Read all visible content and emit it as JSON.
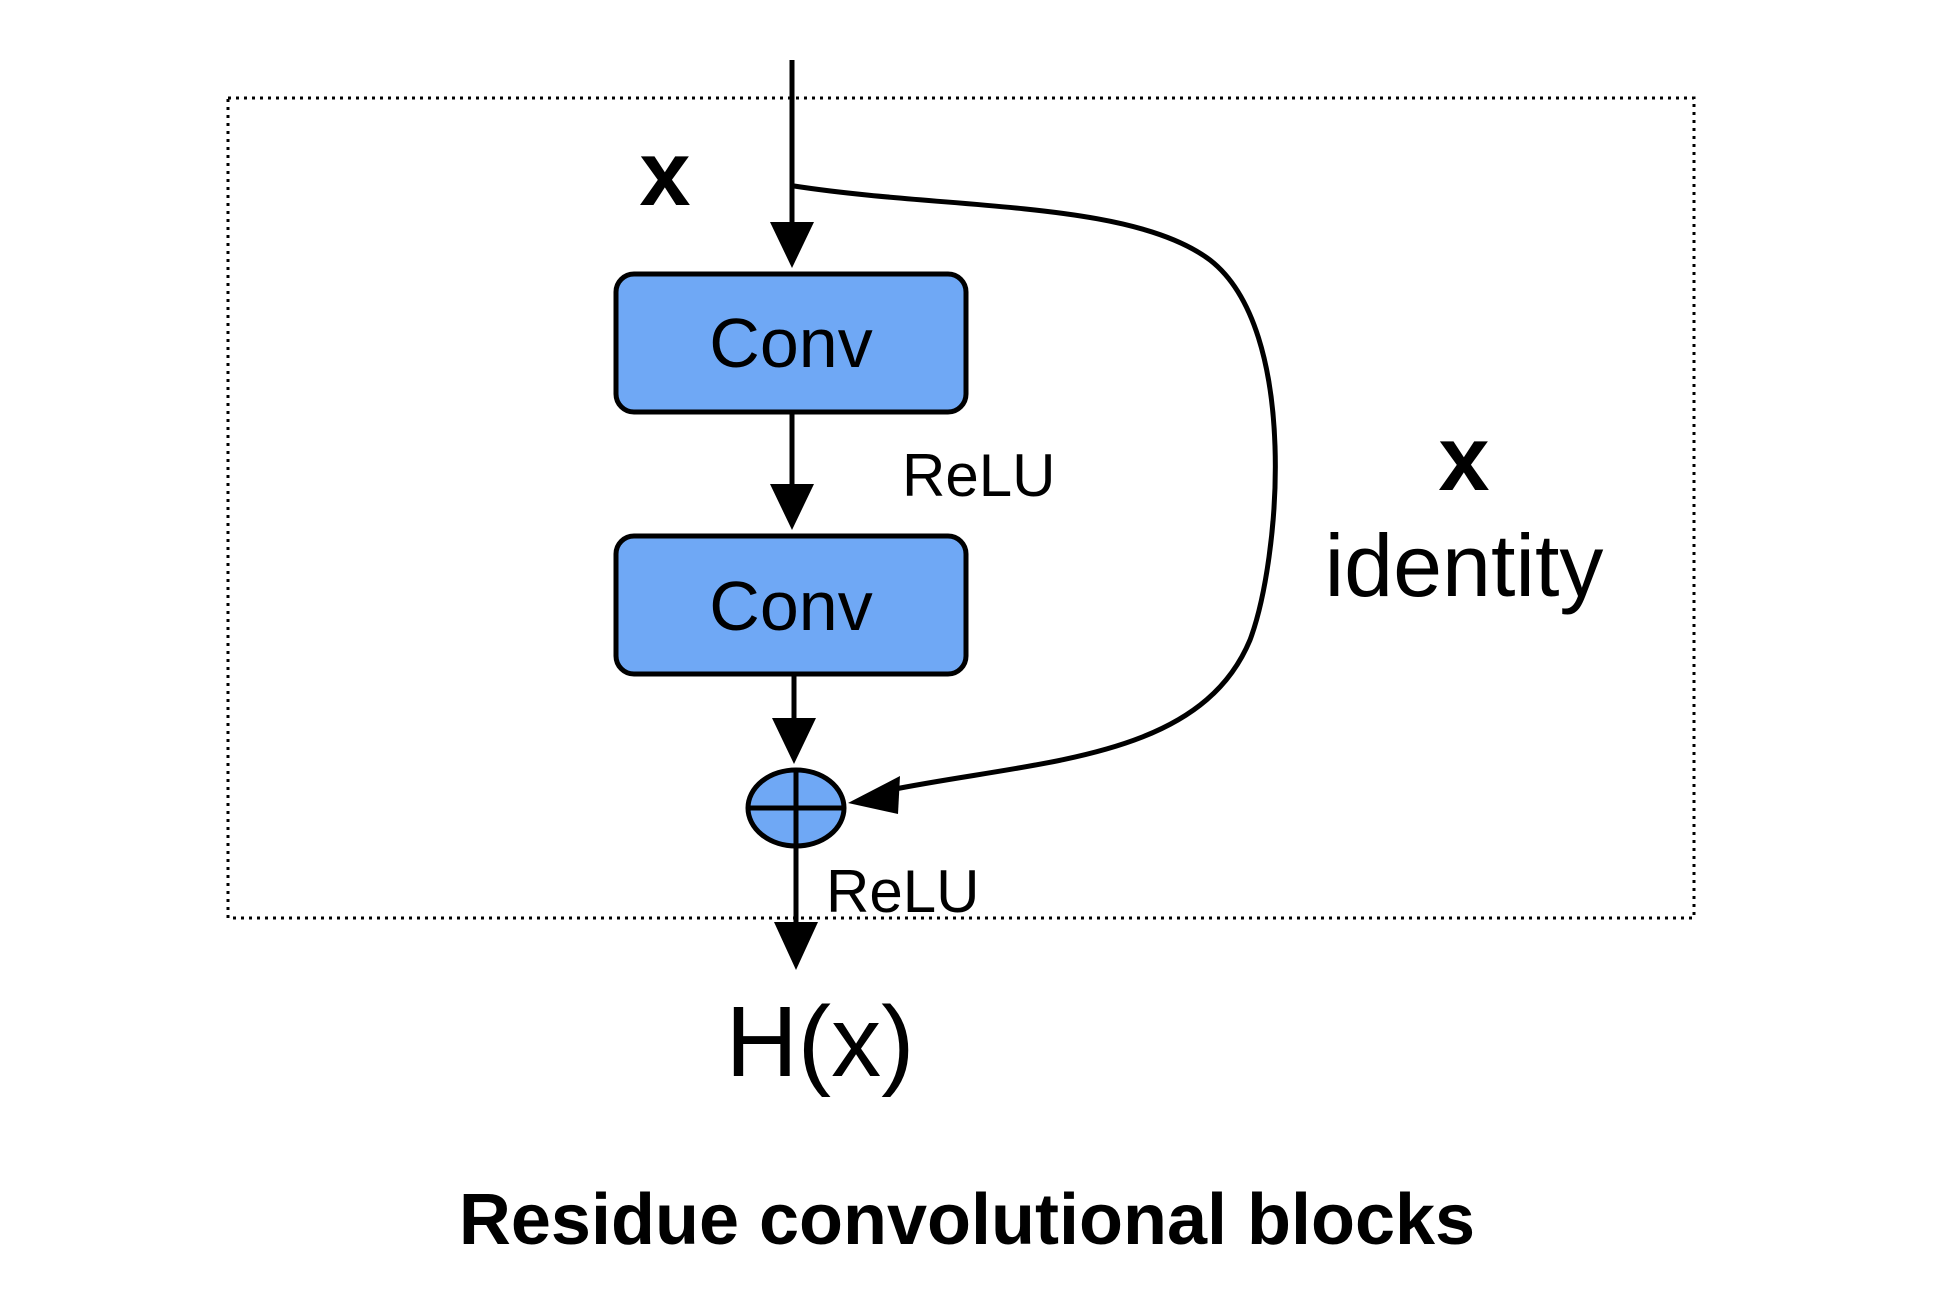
{
  "diagram": {
    "input_label": "x",
    "conv_blocks": [
      {
        "label": "Conv"
      },
      {
        "label": "Conv"
      }
    ],
    "activation_1": "ReLU",
    "activation_2": "ReLU",
    "skip_label": "x",
    "skip_sublabel": "identity",
    "output_label": "H(x)",
    "caption": "Residue convolutional blocks"
  },
  "colors": {
    "block_fill": "#6FA8F5",
    "stroke": "#000000",
    "background": "#FFFFFF"
  }
}
